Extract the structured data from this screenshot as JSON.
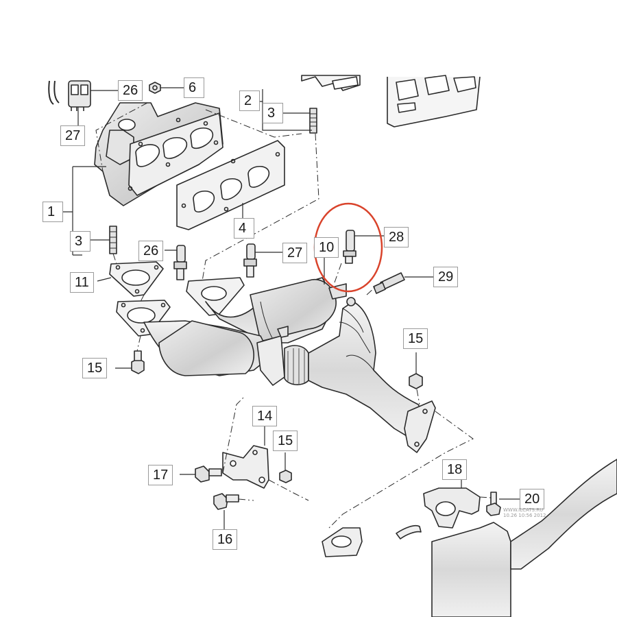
{
  "diagram": {
    "watermark": [
      "WWW.ILCATS.RU",
      "10.26 10:56 2012"
    ],
    "callouts": [
      {
        "id": "c26a",
        "label": "26"
      },
      {
        "id": "c6",
        "label": "6"
      },
      {
        "id": "c27a",
        "label": "27"
      },
      {
        "id": "c2",
        "label": "2"
      },
      {
        "id": "c3a",
        "label": "3"
      },
      {
        "id": "c1",
        "label": "1"
      },
      {
        "id": "c3b",
        "label": "3"
      },
      {
        "id": "c4",
        "label": "4"
      },
      {
        "id": "c26b",
        "label": "26"
      },
      {
        "id": "c27b",
        "label": "27"
      },
      {
        "id": "c10",
        "label": "10"
      },
      {
        "id": "c28",
        "label": "28"
      },
      {
        "id": "c29",
        "label": "29"
      },
      {
        "id": "c11",
        "label": "11"
      },
      {
        "id": "c15a",
        "label": "15"
      },
      {
        "id": "c15b",
        "label": "15"
      },
      {
        "id": "c14",
        "label": "14"
      },
      {
        "id": "c15c",
        "label": "15"
      },
      {
        "id": "c17",
        "label": "17"
      },
      {
        "id": "c16",
        "label": "16"
      },
      {
        "id": "c18",
        "label": "18"
      },
      {
        "id": "c20",
        "label": "20"
      }
    ],
    "highlight_color": "#d9432b",
    "line_color": "#2a2a2a"
  }
}
